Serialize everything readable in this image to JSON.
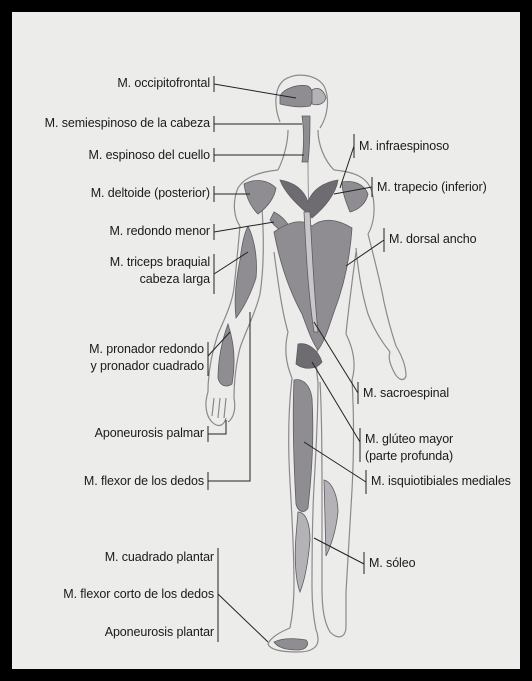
{
  "labels": {
    "occipitofrontal": "M. occipitofrontal",
    "semiespinoso": "M. semiespinoso de la cabeza",
    "espinoso": "M. espinoso del cuello",
    "deltoide": "M. deltoide (posterior)",
    "redondo": "M. redondo menor",
    "triceps_1": "M. triceps braquial",
    "triceps_2": "cabeza larga",
    "pronador_1": "M. pronador redondo",
    "pronador_2": "y pronador cuadrado",
    "aponeurosis_palmar": "Aponeurosis palmar",
    "flexor_dedos": "M. flexor de los dedos",
    "cuadrado_plantar": "M. cuadrado plantar",
    "flexor_corto": "M. flexor corto de los dedos",
    "aponeurosis_plantar": "Aponeurosis plantar",
    "infraespinoso": "M. infraespinoso",
    "trapecio": "M. trapecio (inferior)",
    "dorsal": "M. dorsal ancho",
    "sacroespinal": "M. sacroespinal",
    "gluteo_1": "M. glúteo mayor",
    "gluteo_2": "(parte profunda)",
    "isquiotibiales": "M. isquiotibiales mediales",
    "soleo": "M. sóleo"
  },
  "colors": {
    "muscle": "#8f8d92",
    "muscle_dark": "#5e5c61",
    "outline": "#8a8a8a",
    "leader": "#222222",
    "page": "#ececeb"
  }
}
